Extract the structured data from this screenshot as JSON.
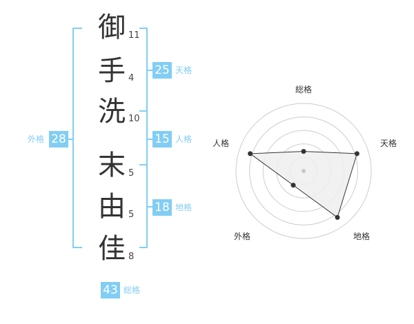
{
  "name": [
    {
      "char": "御",
      "strokes": "11"
    },
    {
      "char": "手",
      "strokes": "4"
    },
    {
      "char": "洗",
      "strokes": "10"
    },
    {
      "char": "末",
      "strokes": "5"
    },
    {
      "char": "由",
      "strokes": "5"
    },
    {
      "char": "佳",
      "strokes": "8"
    }
  ],
  "kaku": {
    "tenkaku": {
      "value": "25",
      "label": "天格"
    },
    "jinkaku": {
      "value": "15",
      "label": "人格"
    },
    "chikaku": {
      "value": "18",
      "label": "地格"
    },
    "gaikaku": {
      "value": "28",
      "label": "外格"
    },
    "soukaku": {
      "value": "43",
      "label": "総格"
    }
  },
  "radar": {
    "labels": {
      "soukaku": "総格",
      "tenkaku": "天格",
      "chikaku": "地格",
      "gaikaku": "外格",
      "jinkaku": "人格"
    },
    "levels": 5,
    "values": {
      "soukaku": 0.29,
      "tenkaku": 0.83,
      "chikaku": 0.85,
      "gaikaku": 0.26,
      "jinkaku": 0.83
    }
  },
  "colors": {
    "accent": "#82cdf4",
    "text": "#333333",
    "grid": "#cccccc",
    "fill": "#eeeeee"
  }
}
